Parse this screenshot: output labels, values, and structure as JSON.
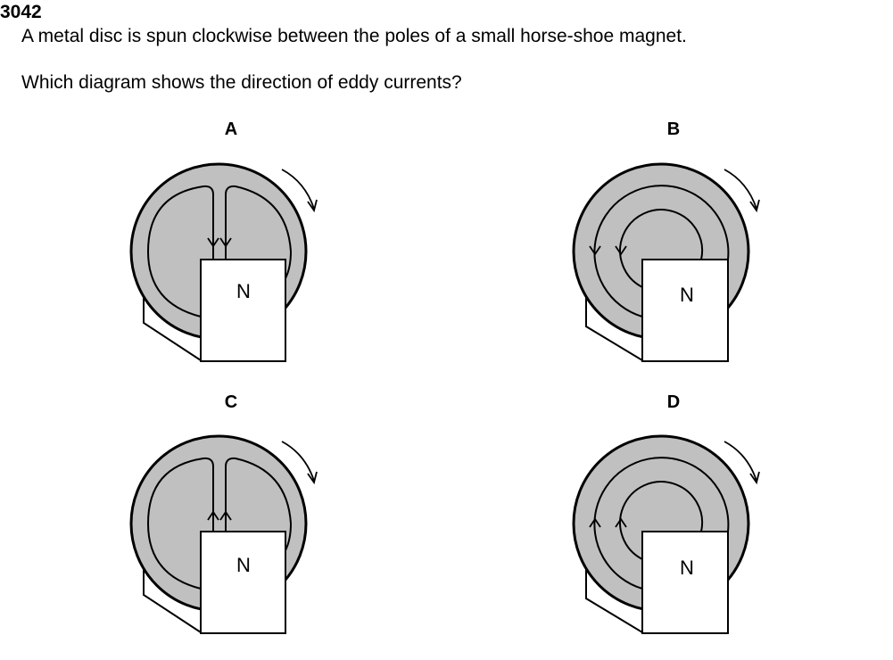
{
  "question": {
    "number": "3042",
    "stem": "A metal disc is spun clockwise between the poles of a small horse-shoe magnet.",
    "prompt": "Which diagram shows the direction of eddy currents?"
  },
  "options": [
    {
      "label": "A",
      "magnet_pole": "N",
      "current_pattern": "two loops meeting at centre",
      "arrow_direction": "down"
    },
    {
      "label": "B",
      "magnet_pole": "N",
      "current_pattern": "concentric arcs",
      "arrow_direction": "down"
    },
    {
      "label": "C",
      "magnet_pole": "N",
      "current_pattern": "two loops meeting at centre",
      "arrow_direction": "up"
    },
    {
      "label": "D",
      "magnet_pole": "N",
      "current_pattern": "concentric arcs",
      "arrow_direction": "up"
    }
  ],
  "disc_rotation": "clockwise",
  "colors": {
    "disc_fill": "#c0c0c0",
    "stroke": "#000000",
    "magnet_fill": "#ffffff"
  }
}
